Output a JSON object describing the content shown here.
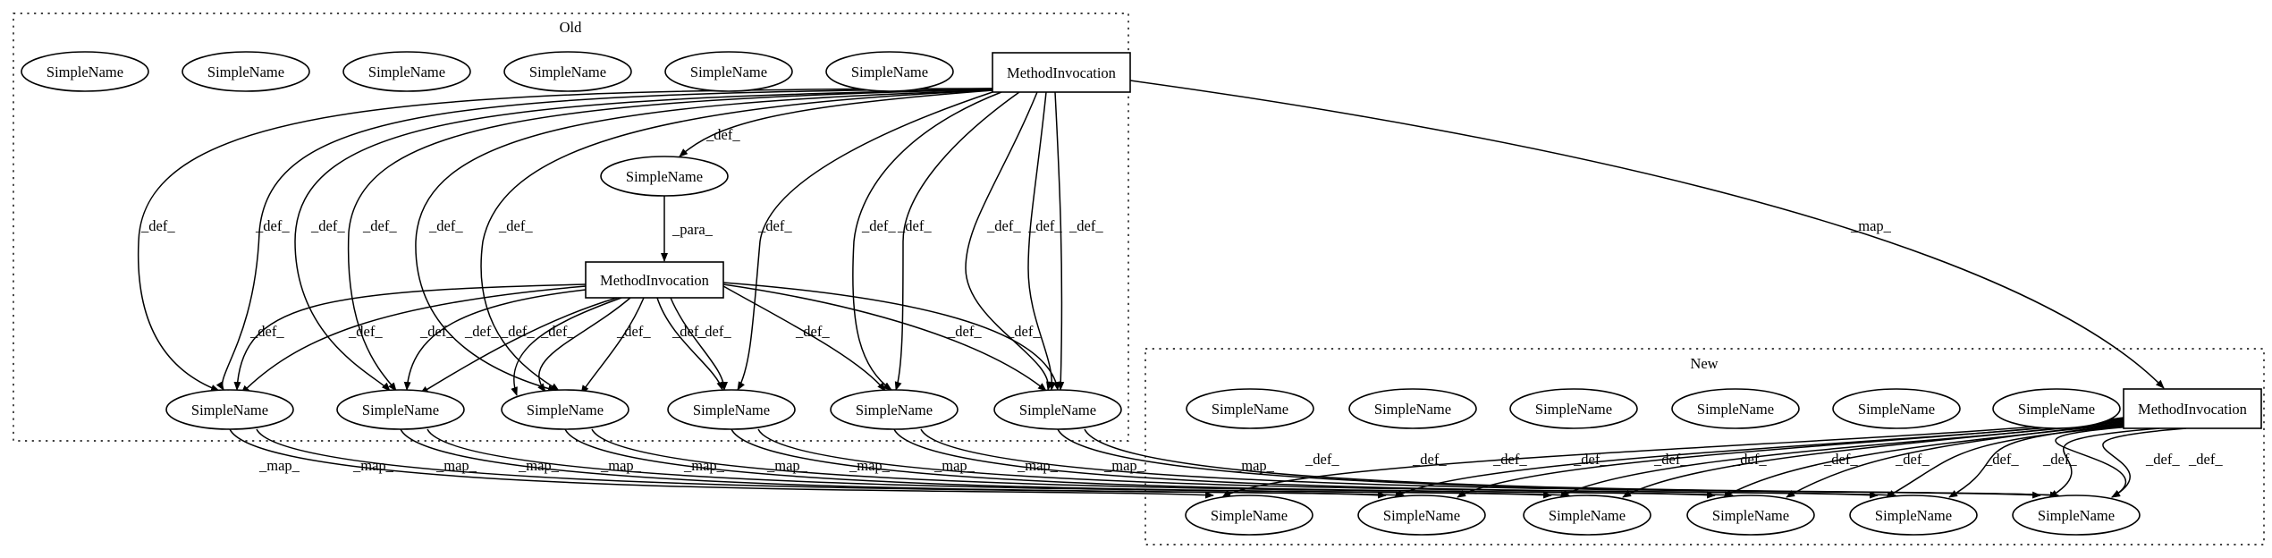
{
  "clusters": {
    "old": {
      "label": "Old"
    },
    "new": {
      "label": "New"
    }
  },
  "node_labels": {
    "simple": "SimpleName",
    "method": "MethodInvocation"
  },
  "edge_labels": {
    "def": "_def_",
    "para": "_para_",
    "map": "_map_"
  },
  "old_unconnected_names": [
    "SimpleName",
    "SimpleName",
    "SimpleName",
    "SimpleName",
    "SimpleName",
    "SimpleName"
  ],
  "old_row_names": [
    "SimpleName",
    "SimpleName",
    "SimpleName",
    "SimpleName",
    "SimpleName",
    "SimpleName"
  ],
  "new_unconnected_names": [
    "SimpleName",
    "SimpleName",
    "SimpleName",
    "SimpleName",
    "SimpleName",
    "SimpleName"
  ],
  "new_row_names": [
    "SimpleName",
    "SimpleName",
    "SimpleName",
    "SimpleName",
    "SimpleName",
    "SimpleName"
  ]
}
